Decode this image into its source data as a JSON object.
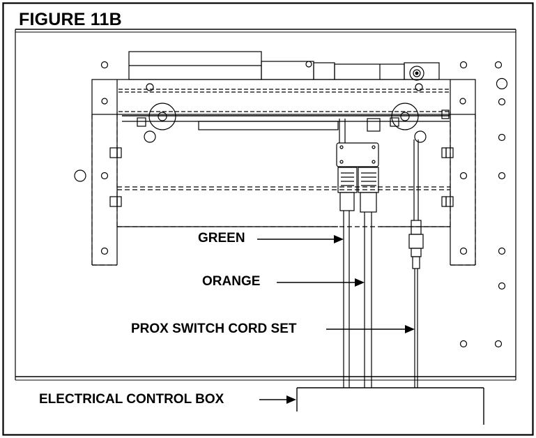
{
  "figure": {
    "title": "FIGURE 11B"
  },
  "labels": {
    "green": "GREEN",
    "orange": "ORANGE",
    "prox_switch": "PROX SWITCH CORD SET",
    "control_box": "ELECTRICAL CONTROL BOX"
  }
}
